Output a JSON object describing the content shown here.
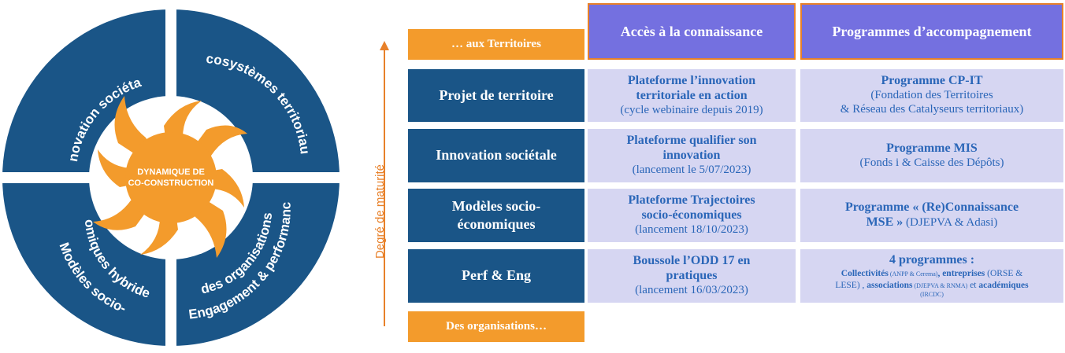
{
  "wheel": {
    "center_line1": "DYNAMIQUE DE",
    "center_line2": "CO-CONSTRUCTION",
    "quadrants": {
      "top_left": [
        "Innovation sociétale"
      ],
      "top_right": [
        "Écosystèmes territoriaux"
      ],
      "bottom_left": [
        "Modèles socio-",
        "nomiques hybrides"
      ],
      "bottom_right": [
        "Engagement & performance",
        "des organisations"
      ]
    },
    "colors": {
      "navy": "#1A5587",
      "orange": "#F39B2C"
    }
  },
  "axis_label": "Degré de maturité",
  "top_orange": "… aux Territoires",
  "bottom_orange": "Des organisations…",
  "columns": [
    "Accès à la connaissance",
    "Programmes d’accompagnement"
  ],
  "rows": [
    {
      "label": "Projet de territoire",
      "access": {
        "b1": "Plateforme l’innovation",
        "b2": "territoriale en action",
        "n": "(cycle webinaire depuis 2019)"
      },
      "program": {
        "b1": "Programme CP-IT",
        "n1": "(Fondation des Territoires",
        "n2": "& Réseau des Catalyseurs territoriaux)"
      }
    },
    {
      "label": "Innovation sociétale",
      "access": {
        "b1": "Plateforme qualifier son",
        "b2": "innovation",
        "n": "(lancement le 5/07/2023)"
      },
      "program": {
        "b1": "Programme MIS",
        "n1": "(Fonds i & Caisse des Dépôts)"
      }
    },
    {
      "label": "Modèles socio-économiques",
      "label_l1": "Modèles socio-",
      "label_l2": "économiques",
      "access": {
        "b1": "Plateforme Trajectoires",
        "b2": "socio-économiques",
        "n": "(lancement 18/10/2023)"
      },
      "program": {
        "b1": "Programme « (Re)Connaissance",
        "b2": "MSE »",
        "n2": " (DJEPVA & Adasi)"
      }
    },
    {
      "label": "Perf & Eng",
      "access": {
        "b1": "Boussole l’ODD 17 en",
        "b2": "pratiques",
        "n": "(lancement 16/03/2023)"
      },
      "program": {
        "b1": "4 programmes :",
        "p1": "Collectivités",
        "p1s": " (ANPP & Cerema)",
        "p1c": ", ",
        "p2": "entreprises",
        "p2s": " (ORSE &",
        "p3s": "LESE) , ",
        "p3": "associations",
        "p3t": " (DJEPVA & RNMA)",
        "p3c": " et ",
        "p4": "académiques",
        "p5": "(IRCDC)"
      }
    }
  ],
  "colors": {
    "header_purple": "#7470E0",
    "cell_lavender": "#D6D6F2",
    "cell_text": "#2A66B8",
    "row_navy": "#1A5587",
    "orange": "#F39B2C"
  }
}
